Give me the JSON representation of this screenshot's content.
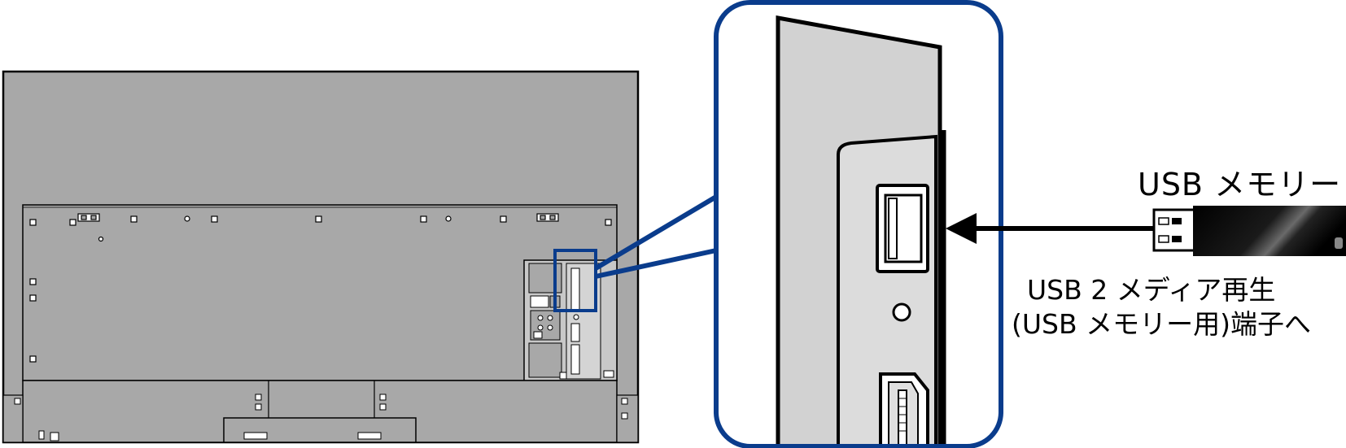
{
  "labels": {
    "usb_memory": "USB メモリー",
    "port_line1": "USB 2 メディア再生",
    "port_line2": "(USB メモリー用)端子へ"
  },
  "colors": {
    "callout_border": "#0a3c8c",
    "tv_back": "#a8a8a8",
    "panel": "#d4d4d4",
    "usb_body": "#000000"
  },
  "icons": {
    "arrow": "arrow-left-icon"
  }
}
